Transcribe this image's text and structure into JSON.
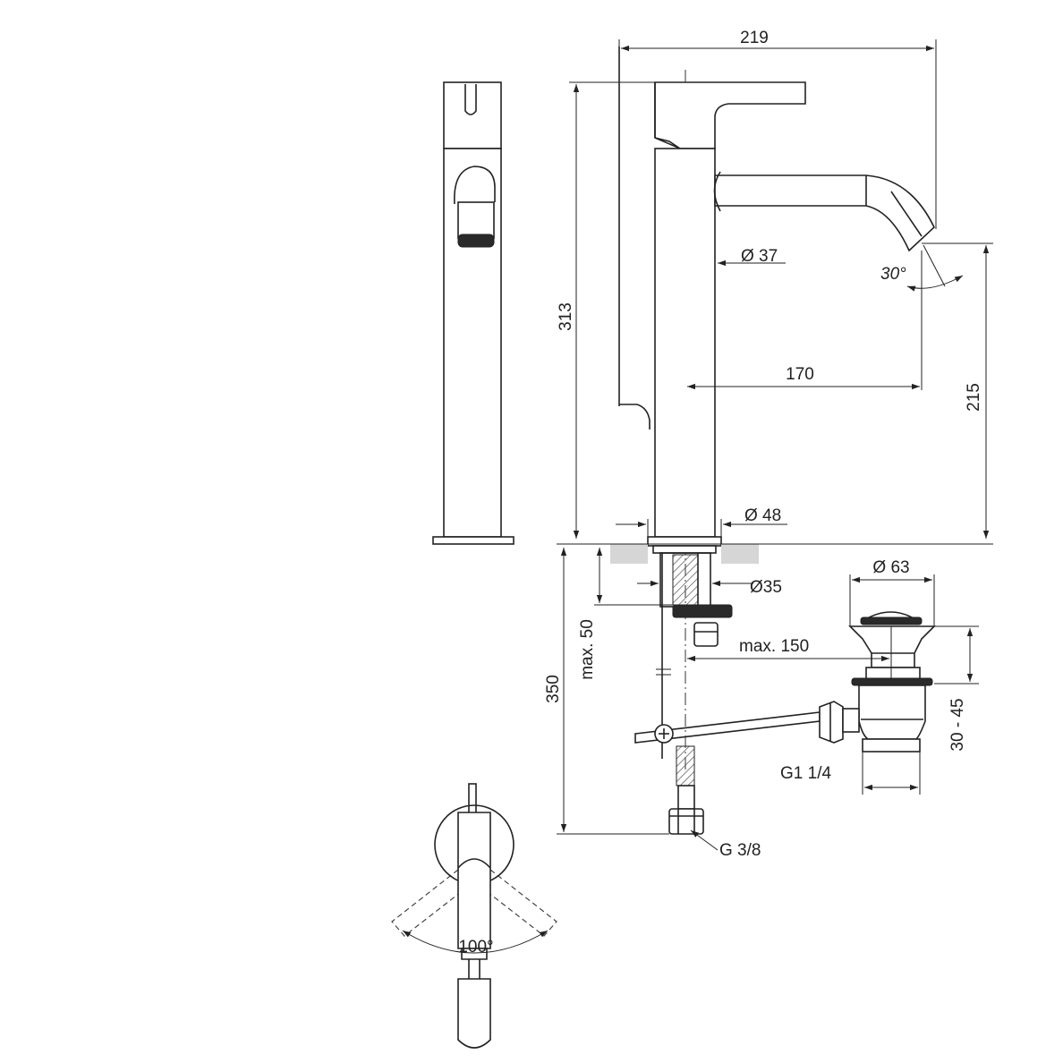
{
  "dimensions": {
    "overall_width": "219",
    "spout_diameter": "Ø 37",
    "angle_spout": "30°",
    "reach": "170",
    "total_height": "313",
    "spout_height": "215",
    "base_diameter": "Ø 48",
    "hole_diameter": "Ø35",
    "max_thickness": "max. 50",
    "waste_diameter": "Ø 63",
    "max_reach_waste": "max. 150",
    "waste_range": "30 - 45",
    "waste_thread": "G1 1/4",
    "below_height": "350",
    "connection_thread": "G 3/8",
    "lever_angle": "100°"
  }
}
